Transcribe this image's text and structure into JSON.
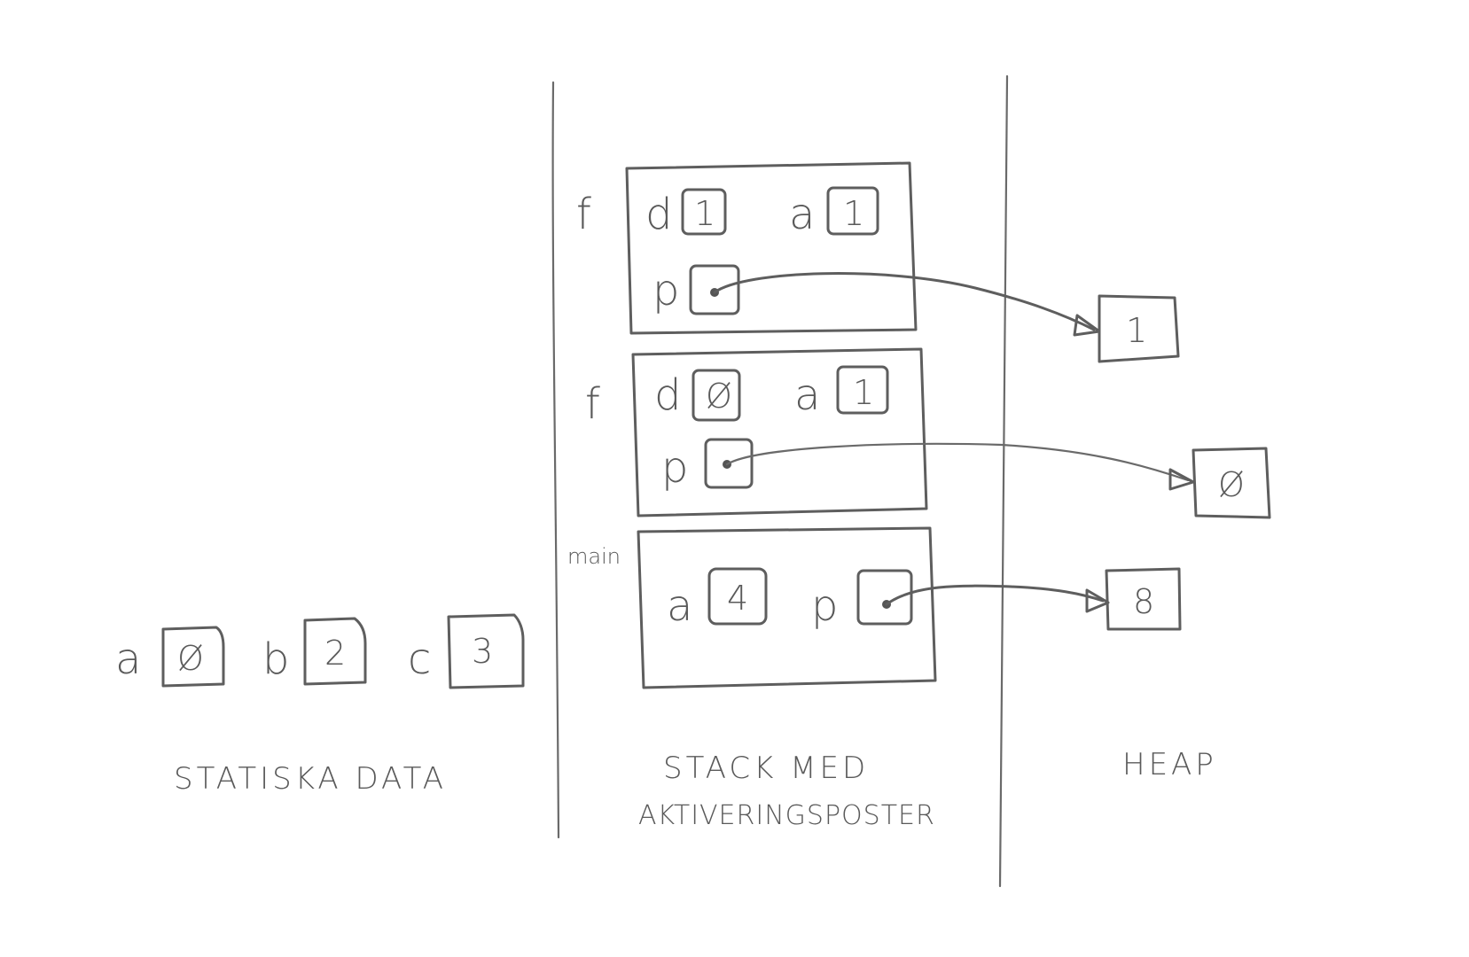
{
  "sections": {
    "static": {
      "label": "STATISKA DATA"
    },
    "stack": {
      "label_line1": "STACK MED",
      "label_line2": "AKTIVERINGSPOSTER"
    },
    "heap": {
      "label": "HEAP"
    }
  },
  "static_vars": [
    {
      "name": "a",
      "value": "Ø"
    },
    {
      "name": "b",
      "value": "2"
    },
    {
      "name": "c",
      "value": "3"
    }
  ],
  "stack_frames": [
    {
      "function": "f",
      "vars": [
        {
          "name": "d",
          "value": "1"
        },
        {
          "name": "a",
          "value": "1"
        },
        {
          "name": "p",
          "value": "•",
          "points_to_heap": 0
        }
      ]
    },
    {
      "function": "f",
      "vars": [
        {
          "name": "d",
          "value": "Ø"
        },
        {
          "name": "a",
          "value": "1"
        },
        {
          "name": "p",
          "value": "•",
          "points_to_heap": 1
        }
      ]
    },
    {
      "function": "main",
      "vars": [
        {
          "name": "a",
          "value": "4"
        },
        {
          "name": "p",
          "value": "•",
          "points_to_heap": 2
        }
      ]
    }
  ],
  "heap_cells": [
    {
      "value": "1"
    },
    {
      "value": "Ø"
    },
    {
      "value": "8"
    }
  ]
}
